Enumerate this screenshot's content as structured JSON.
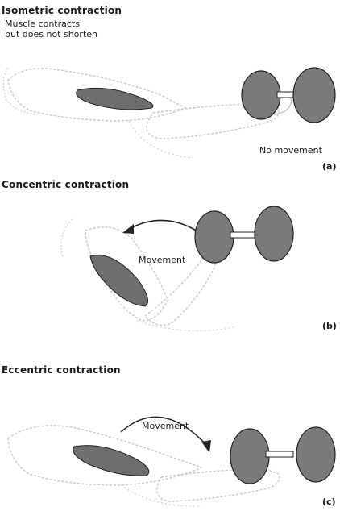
{
  "panels": [
    {
      "title": "Isometric contraction",
      "subtitle_lines": [
        "Muscle contracts",
        "but does not shorten"
      ],
      "motion_label": "No movement",
      "letter": "(a)"
    },
    {
      "title": "Concentric contraction",
      "motion_label": "Movement",
      "letter": "(b)"
    },
    {
      "title": "Eccentric contraction",
      "motion_label": "Movement",
      "letter": "(c)"
    }
  ],
  "colors": {
    "muscle": "#6e6e6e",
    "weight": "#7a7a7a",
    "outline": "#222222",
    "sketch": "#c8c8c8"
  }
}
